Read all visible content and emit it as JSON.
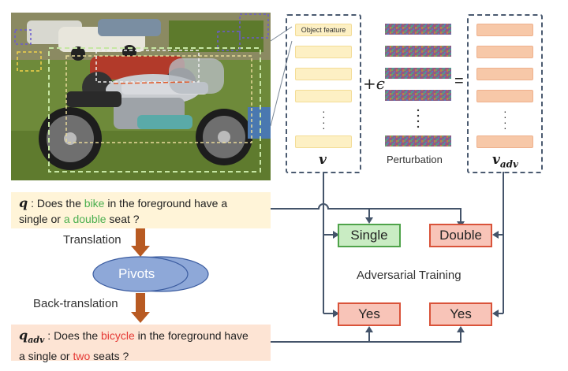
{
  "colors": {
    "question_bg": "#fff4d8",
    "question_adv_bg": "#fde4d4",
    "green_word": "#4caf50",
    "red_word": "#e53935",
    "single_fill": "#c9ecc3",
    "single_border": "#4fa34a",
    "answer_fill": "#f8c4b8",
    "answer_border": "#d9533a",
    "pivot_fill": "#8ea8d8",
    "arrow_brown": "#b85a22",
    "line": "#44546a"
  },
  "feature": {
    "object_label": "Object feature",
    "v_symbol": "v",
    "epsilon_label": "+ϵ",
    "equals_label": "=",
    "perturbation_label": "Perturbation",
    "v_adv_base": "v",
    "v_adv_sub": "adv"
  },
  "question": {
    "symbol": "q",
    "pre": " : Does the ",
    "w1": "bike",
    "mid1": " in the foreground have a",
    "line2_pre": "single or ",
    "w2": "a double",
    "post": " seat ?"
  },
  "question_adv": {
    "symbol": "q",
    "sub": "adv",
    "pre": " : Does the ",
    "w1": "bicycle",
    "mid1": " in the foreground have",
    "line2_pre": "a single or ",
    "w2": "two",
    "post": " seats ?"
  },
  "flow": {
    "translation": "Translation",
    "pivots": "Pivots",
    "back_translation": "Back-translation",
    "adversarial_training": "Adversarial Training"
  },
  "answers": {
    "single": "Single",
    "double": "Double",
    "yes_left": "Yes",
    "yes_right": "Yes"
  }
}
